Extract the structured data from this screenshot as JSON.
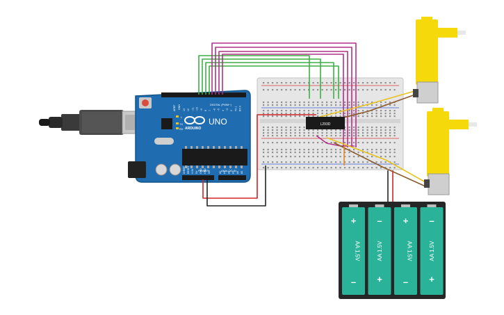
{
  "arduino": {
    "brand": "ARDUINO",
    "model": "UNO",
    "digital_label": "DIGITAL (PWM~)",
    "power_label": "POWER",
    "analog_label": "ANALOG IN",
    "led_tx": "TX",
    "led_rx": "RX",
    "led_l": "L",
    "pin_aref": "AREF",
    "pin_gnd": "GND",
    "digital_pins": [
      "13",
      "12",
      "~11",
      "~10",
      "~9",
      "8",
      "7",
      "~6",
      "~5",
      "4",
      "~3",
      "2",
      "TX 1",
      "RX 0"
    ],
    "power_pins": [
      "IOREF",
      "RESET",
      "3.3V",
      "5V",
      "GND",
      "GND",
      "Vin"
    ],
    "analog_pins": [
      "A0",
      "A1",
      "A2",
      "A3",
      "A4",
      "A5"
    ]
  },
  "ic": {
    "label": "L293D"
  },
  "batteries": {
    "cells": [
      {
        "label": "AA 1.5V",
        "plus": "+",
        "minus": "–"
      },
      {
        "label": "AA 1.5V",
        "plus": "+",
        "minus": "–"
      },
      {
        "label": "AA 1.5V",
        "plus": "+",
        "minus": "–"
      },
      {
        "label": "AA 1.5V",
        "plus": "+",
        "minus": "–"
      }
    ]
  },
  "colors": {
    "board": "#1f6db0",
    "wire_green": "#3cb043",
    "wire_magenta": "#b0308a",
    "wire_red": "#d42222",
    "wire_black": "#222222",
    "wire_yellow": "#e8c21a",
    "wire_brown": "#8a5a2b",
    "wire_orange": "#e58a1c",
    "motor_yellow": "#f5d90a",
    "battery_teal": "#2bb39a"
  }
}
